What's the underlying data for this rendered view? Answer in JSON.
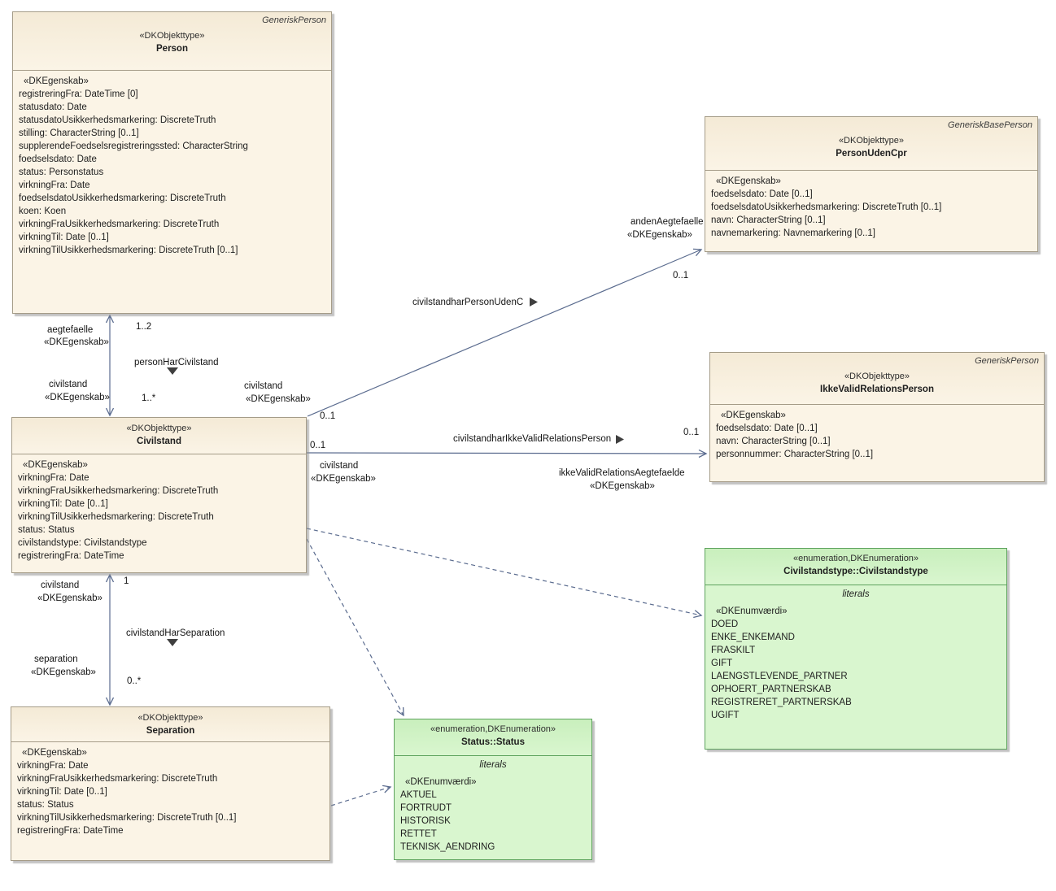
{
  "classes": {
    "person": {
      "template": "GeneriskPerson",
      "stereotype": "«DKObjekttype»",
      "name": "Person",
      "attr_stereotype": "«DKEgenskab»",
      "attributes": [
        "registreringFra: DateTime [0]",
        "statusdato: Date",
        "statusdatoUsikkerhedsmarkering: DiscreteTruth",
        "stilling: CharacterString [0..1]",
        "supplerendeFoedselsregistreringssted: CharacterString",
        "foedselsdato: Date",
        "status: Personstatus",
        "virkningFra: Date",
        "foedselsdatoUsikkerhedsmarkering: DiscreteTruth",
        "koen: Koen",
        "virkningFraUsikkerhedsmarkering: DiscreteTruth",
        "virkningTil: Date [0..1]",
        "virkningTilUsikkerhedsmarkering: DiscreteTruth [0..1]"
      ]
    },
    "personUdenCpr": {
      "template": "GeneriskBasePerson",
      "stereotype": "«DKObjekttype»",
      "name": "PersonUdenCpr",
      "attr_stereotype": "«DKEgenskab»",
      "attributes": [
        "foedselsdato: Date [0..1]",
        "foedselsdatoUsikkerhedsmarkering: DiscreteTruth [0..1]",
        "navn: CharacterString [0..1]",
        "navnemarkering: Navnemarkering [0..1]"
      ]
    },
    "ikkeValidRelationsPerson": {
      "template": "GeneriskPerson",
      "stereotype": "«DKObjekttype»",
      "name": "IkkeValidRelationsPerson",
      "attr_stereotype": "«DKEgenskab»",
      "attributes": [
        "foedselsdato: Date [0..1]",
        "navn: CharacterString [0..1]",
        "personnummer: CharacterString [0..1]"
      ]
    },
    "civilstand": {
      "stereotype": "«DKObjekttype»",
      "name": "Civilstand",
      "attr_stereotype": "«DKEgenskab»",
      "attributes": [
        "virkningFra: Date",
        "virkningFraUsikkerhedsmarkering: DiscreteTruth",
        "virkningTil: Date [0..1]",
        "virkningTilUsikkerhedsmarkering: DiscreteTruth",
        "status: Status",
        "civilstandstype: Civilstandstype",
        "registreringFra: DateTime"
      ]
    },
    "separation": {
      "stereotype": "«DKObjekttype»",
      "name": "Separation",
      "attr_stereotype": "«DKEgenskab»",
      "attributes": [
        "virkningFra: Date",
        "virkningFraUsikkerhedsmarkering: DiscreteTruth",
        "virkningTil: Date [0..1]",
        "status: Status",
        "virkningTilUsikkerhedsmarkering: DiscreteTruth [0..1]",
        "registreringFra: DateTime"
      ]
    }
  },
  "enums": {
    "status": {
      "stereotype": "«enumeration,DKEnumeration»",
      "name": "Status::Status",
      "section_label": "literals",
      "value_stereotype": "«DKEnumværdi»",
      "values": [
        "AKTUEL",
        "FORTRUDT",
        "HISTORISK",
        "RETTET",
        "TEKNISK_AENDRING"
      ]
    },
    "civilstandstype": {
      "stereotype": "«enumeration,DKEnumeration»",
      "name": "Civilstandstype::Civilstandstype",
      "section_label": "literals",
      "value_stereotype": "«DKEnumværdi»",
      "values": [
        "DOED",
        "ENKE_ENKEMAND",
        "FRASKILT",
        "GIFT",
        "LAENGSTLEVENDE_PARTNER",
        "OPHOERT_PARTNERSKAB",
        "REGISTRERET_PARTNERSKAB",
        "UGIFT"
      ]
    }
  },
  "connectors": {
    "personHarCivilstand": {
      "name": "personHarCivilstand",
      "stereotype": "«DKEgenskab»",
      "source_role": "civilstand",
      "source_mult": "1..*",
      "target_role": "aegtefaelle",
      "target_mult": "1..2"
    },
    "civilstandHarSeparation": {
      "name": "civilstandHarSeparation",
      "stereotype": "«DKEgenskab»",
      "source_role": "civilstand",
      "source_mult": "1",
      "target_role": "separation",
      "target_mult": "0..*"
    },
    "civilstandharPersonUdenCpr": {
      "name": "civilstandharPersonUdenC",
      "stereotype": "«DKEgenskab»",
      "source_role": "civilstand",
      "source_mult": "0..1",
      "target_role": "andenAegtefaelle",
      "target_mult": "0..1"
    },
    "civilstandharIkkeValidRelationsPerson": {
      "name": "civilstandharIkkeValidRelationsPerson",
      "stereotype": "«DKEgenskab»",
      "source_role": "civilstand",
      "source_mult": "0..1",
      "target_role": "ikkeValidRelationsAegtefaelde",
      "target_mult": "0..1"
    }
  },
  "colors": {
    "class_fill": "#fbf4e6",
    "class_border": "#a59c88",
    "enum_fill": "#d9f6cf",
    "enum_border": "#5ea35e",
    "connector": "#5b6c8f"
  }
}
